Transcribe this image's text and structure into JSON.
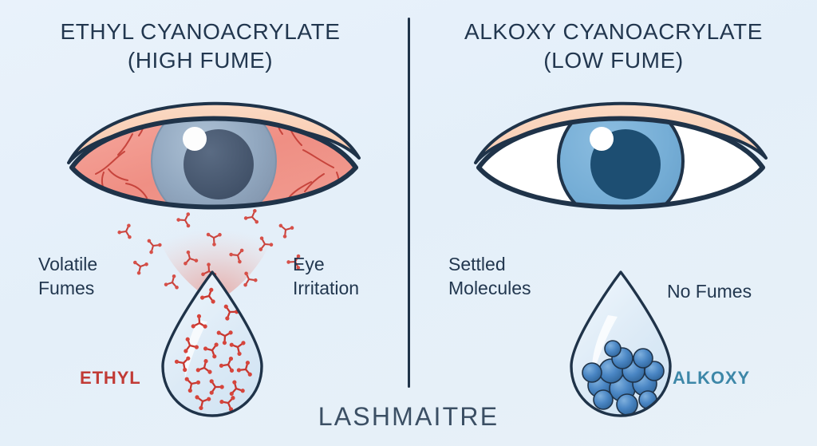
{
  "background_color": "#e7f0fa",
  "panels": {
    "left": {
      "title": "ETHYL CYANOACRYLATE\n(HIGH FUME)",
      "eye_state": "irritated-red-eye",
      "eye_colors": {
        "lid_skin": "#fad3bb",
        "outline": "#1f3349",
        "sclera": "#f2938a",
        "iris": "#8fa7c0",
        "pupil": "#4a5b72",
        "vessel": "#c8372f"
      },
      "labels": {
        "fumes": "Volatile\nFumes",
        "effect": "Eye\nIrritation"
      },
      "chem_tag": "ETHYL",
      "chem_tag_color": "#c13a35",
      "droplet": {
        "fill": "#dceaf6",
        "outline": "#1f3349",
        "molecule_color": "#c8372f",
        "molecule_shape": "y-shaped",
        "molecule_count": 16,
        "molecules_state": "dispersed-throughout"
      },
      "plume": {
        "present": true,
        "color": "#e4776c",
        "molecule_count": 14,
        "description": "rising volatile fume molecules"
      }
    },
    "right": {
      "title": "ALKOXY CYANOACRYLATE\n(LOW FUME)",
      "eye_state": "clear-healthy-eye",
      "eye_colors": {
        "lid_skin": "#fad3bb",
        "outline": "#1f3349",
        "sclera": "#ffffff",
        "iris": "#76aed6",
        "pupil": "#1d4e72",
        "vessel": "none"
      },
      "labels": {
        "fumes": "Settled\nMolecules",
        "effect": "No Fumes"
      },
      "chem_tag": "ALKOXY",
      "chem_tag_color": "#3d87a8",
      "droplet": {
        "fill": "#dceaf6",
        "outline": "#1f3349",
        "molecule_color": "#3f7fc0",
        "molecule_shape": "sphere",
        "molecule_count": 13,
        "molecules_state": "settled-at-bottom"
      },
      "plume": {
        "present": false,
        "color": "",
        "molecule_count": 0,
        "description": "no fume plume"
      }
    }
  },
  "divider": {
    "color": "#1f3349",
    "orientation": "vertical"
  },
  "watermark": {
    "text": "LASHMAITRE",
    "color": "#2d4258"
  }
}
